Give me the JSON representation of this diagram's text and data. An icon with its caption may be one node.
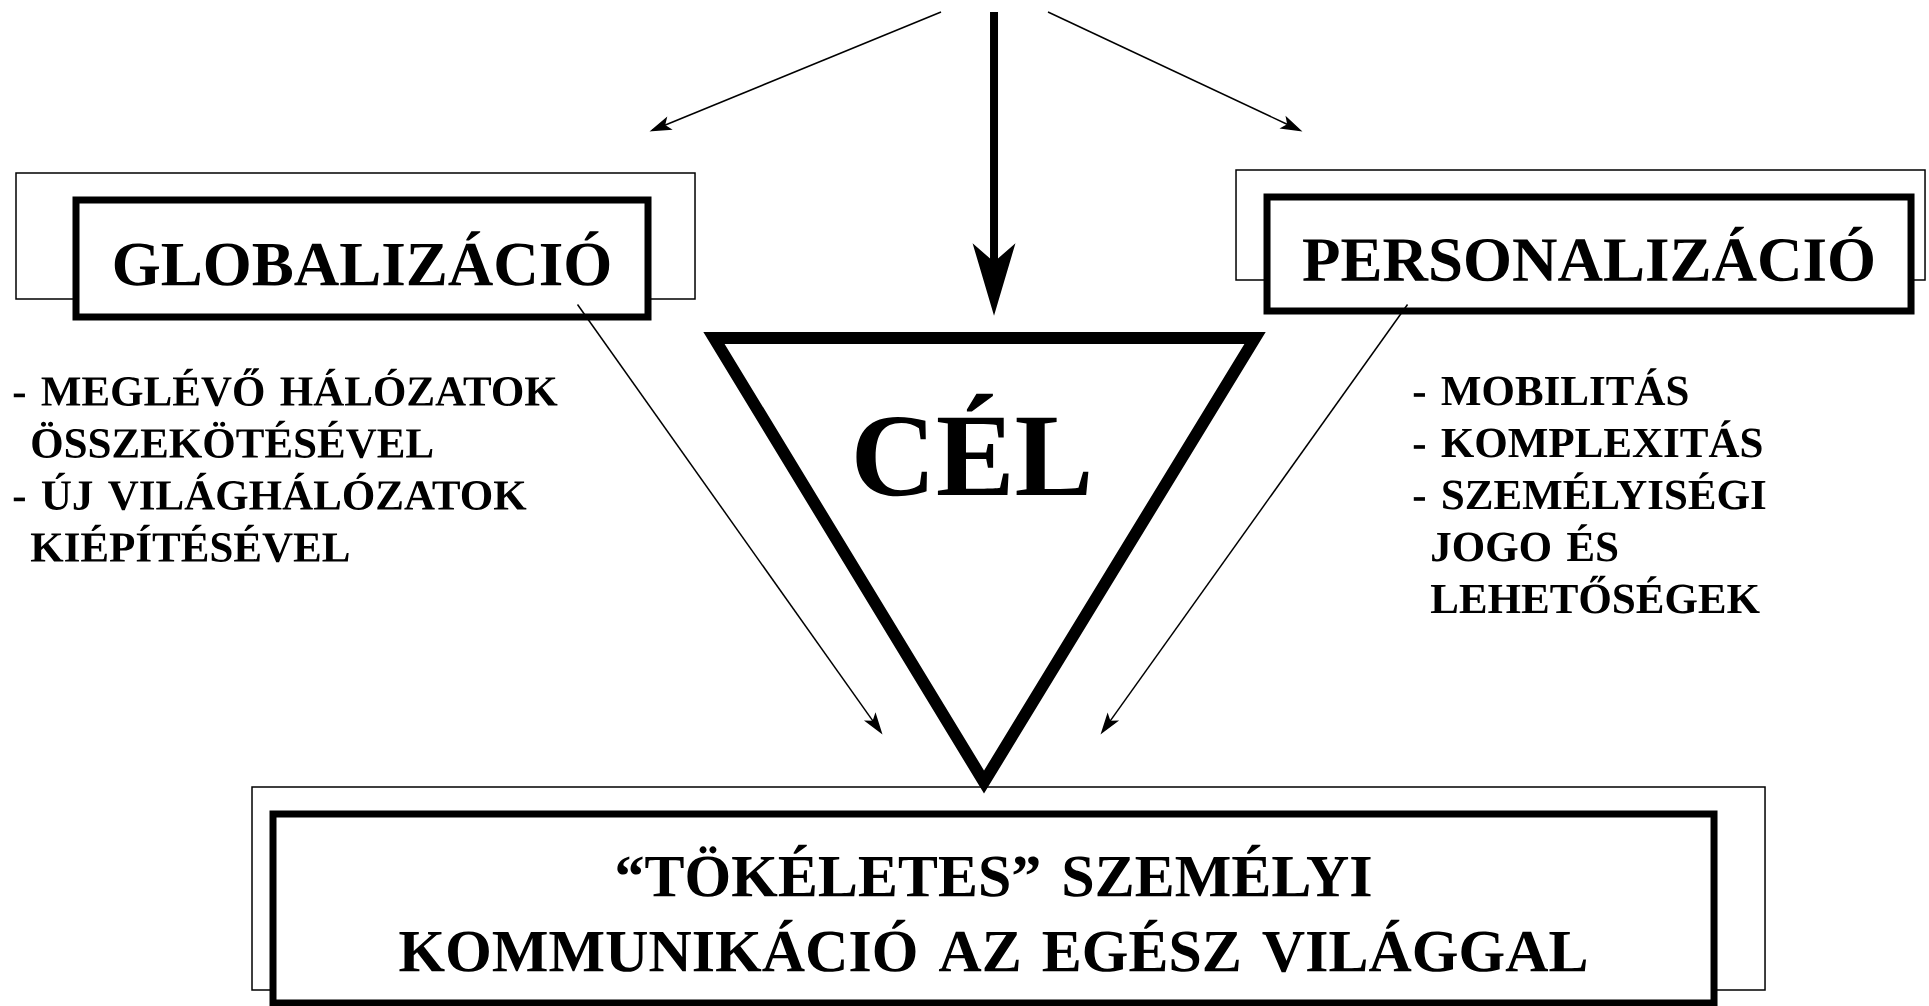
{
  "diagram": {
    "nodes": [
      {
        "text": [
          "GLOBALIZÁCIÓ"
        ],
        "beside": [
          "- MEGLÉVŐ HÁLÓZATOK ÖSSZEKÖTÉSÉVEL",
          "- ÚJ VILÁGHÁLÓZATOK KIÉPÍTÉSÉVEL"
        ]
      },
      {
        "text": [
          "PERSONALIZÁCIÓ"
        ],
        "beside": [
          "- MOBILITÁS",
          "- KOMPLEXITÁS",
          "- SZEMÉLYISÉGI JOGO ÉS LEHETŐSÉGEK"
        ]
      },
      {
        "text": [
          "CÉL"
        ]
      },
      {
        "text": [
          "“TÖKÉLETES” SZEMÉLYI KOMMUNIKÁCIÓ AZ EGÉSZ VILÁGGAL"
        ]
      }
    ],
    "edges": [
      {
        "from": null,
        "to": 0,
        "arrow": "to"
      },
      {
        "from": null,
        "to": 2,
        "arrow": "to",
        "style": "thick"
      },
      {
        "from": null,
        "to": 1,
        "arrow": "to"
      },
      {
        "from": 0,
        "to": 3,
        "arrow": "to"
      },
      {
        "from": 1,
        "to": 3,
        "arrow": "to"
      }
    ]
  }
}
